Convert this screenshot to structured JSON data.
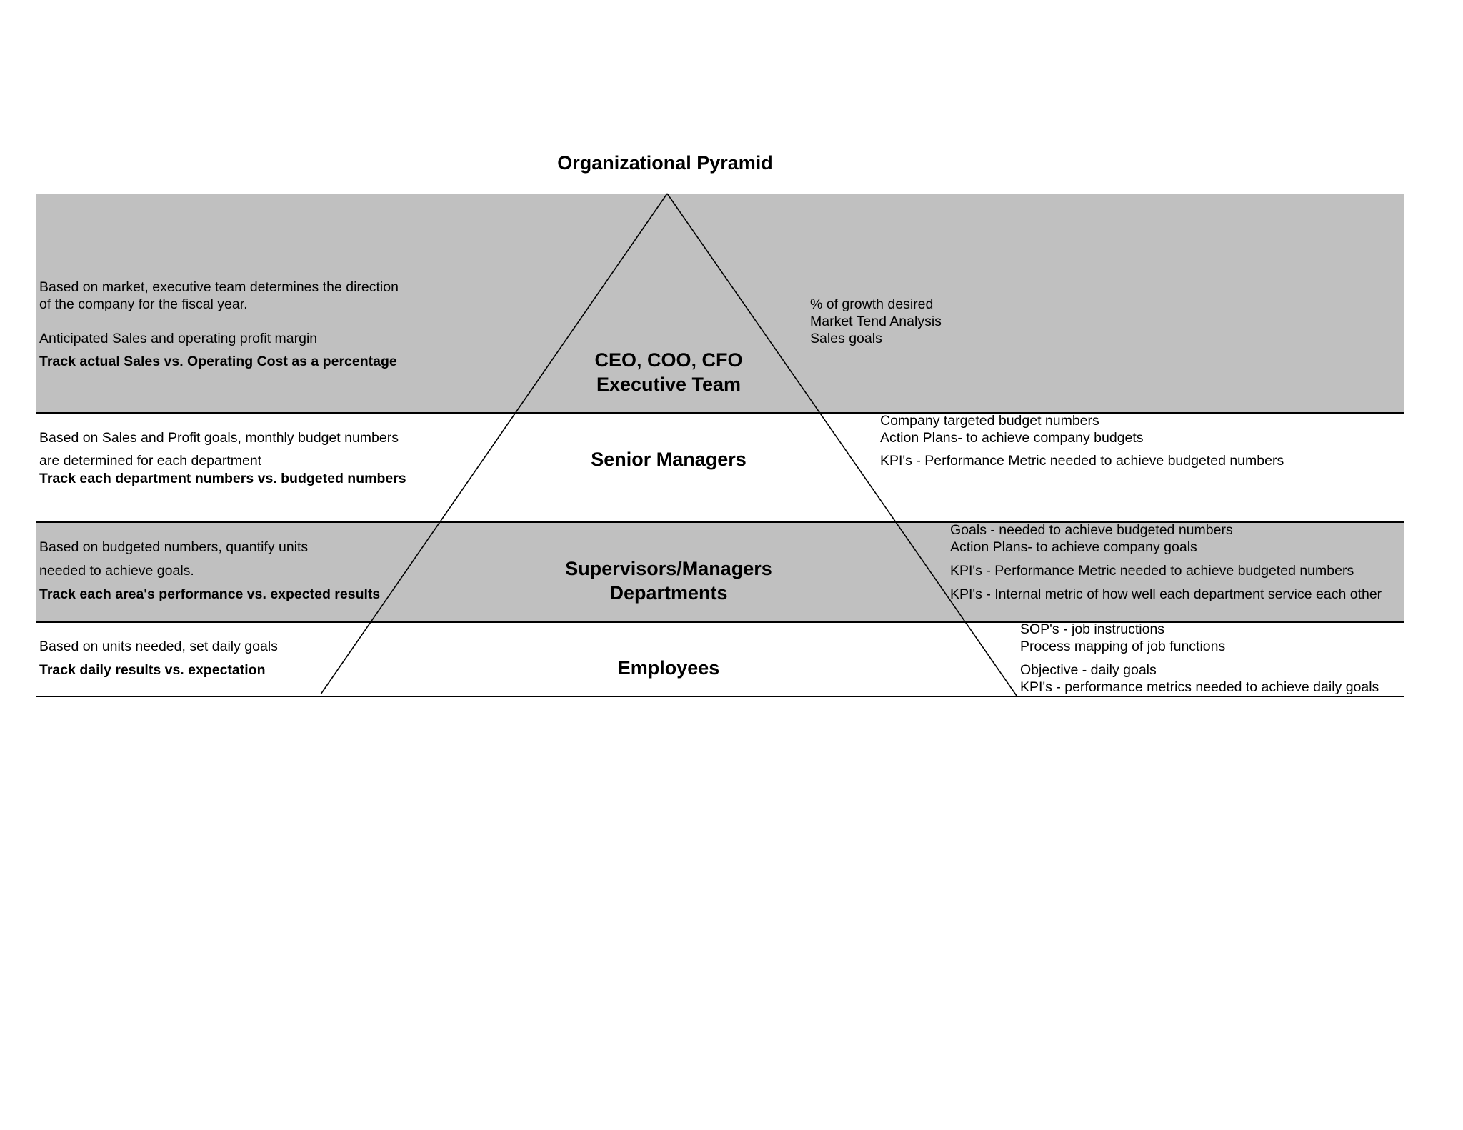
{
  "title": "Organizational Pyramid",
  "colors": {
    "band_shade": "#c0c0c0",
    "line": "#000000"
  },
  "levels": [
    {
      "label_lines": [
        "CEO, COO, CFO",
        "Executive Team"
      ],
      "left": [
        "Based on market, executive team determines the direction",
        "of the company for the fiscal year.",
        "Anticipated Sales and operating profit margin"
      ],
      "left_bold": "Track actual Sales vs. Operating Cost as a percentage",
      "right": [
        "% of growth desired",
        "Market Tend Analysis",
        "Sales goals"
      ]
    },
    {
      "label_lines": [
        "Senior Managers"
      ],
      "left": [
        "Based on Sales and Profit goals, monthly budget numbers",
        "are determined for each department"
      ],
      "left_bold": "Track each department numbers vs. budgeted numbers",
      "right": [
        "Company targeted budget numbers",
        "Action Plans- to achieve company budgets",
        "KPI's - Performance Metric needed to achieve budgeted numbers"
      ]
    },
    {
      "label_lines": [
        "Supervisors/Managers",
        "Departments"
      ],
      "left": [
        "Based on budgeted numbers, quantify units",
        "needed to achieve goals."
      ],
      "left_bold": "Track each area's performance vs. expected results",
      "right": [
        "Goals - needed to achieve budgeted numbers",
        "Action Plans- to achieve company goals",
        "KPI's - Performance Metric needed to achieve budgeted numbers",
        "KPI's - Internal metric of how well each department service each other"
      ]
    },
    {
      "label_lines": [
        "Employees"
      ],
      "left": [
        "Based on units needed, set daily goals"
      ],
      "left_bold": "Track daily results vs. expectation",
      "right": [
        "SOP's - job instructions",
        "Process mapping of job functions",
        "Objective - daily goals",
        "KPI's - performance metrics needed to achieve daily goals"
      ]
    }
  ]
}
